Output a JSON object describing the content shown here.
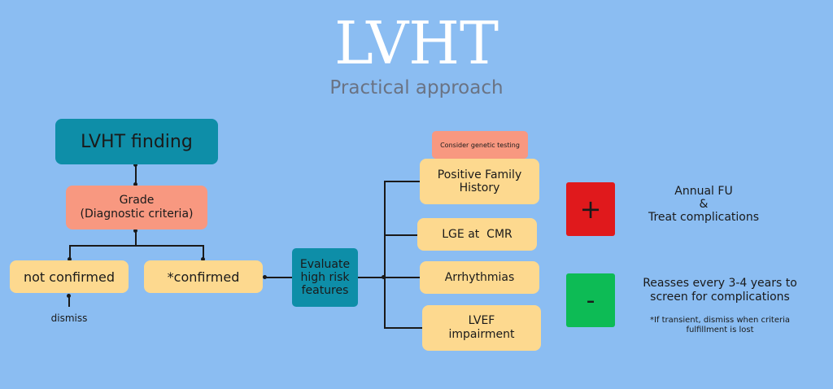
{
  "title": "LVHT",
  "subtitle": "Practical approach",
  "nodes": {
    "finding": "LVHT finding",
    "grade": "Grade\n(Diagnostic criteria)",
    "not_confirmed": "not confirmed",
    "confirmed": "*confirmed",
    "dismiss": "dismiss",
    "evaluate": "Evaluate\nhigh risk\nfeatures",
    "genetic": "Consider genetic testing",
    "family_history": "Positive Family\nHistory",
    "lge": "LGE at  CMR",
    "arrhythmias": "Arrhythmias",
    "lvef": "LVEF\nimpairment"
  },
  "outcomes": {
    "plus_symbol": "+",
    "minus_symbol": "-",
    "plus_text": "Annual FU\n&\nTreat complications",
    "minus_text": "Reasses every 3-4 years to\nscreen for complications",
    "minus_note": "*If transient, dismiss when criteria\nfulfillment is lost"
  },
  "colors": {
    "background": "#8bbdf2",
    "teal": "#0e8ea8",
    "salmon": "#f89880",
    "cream": "#fdd98f",
    "plus": "#e0191c",
    "minus": "#0dbb55"
  }
}
